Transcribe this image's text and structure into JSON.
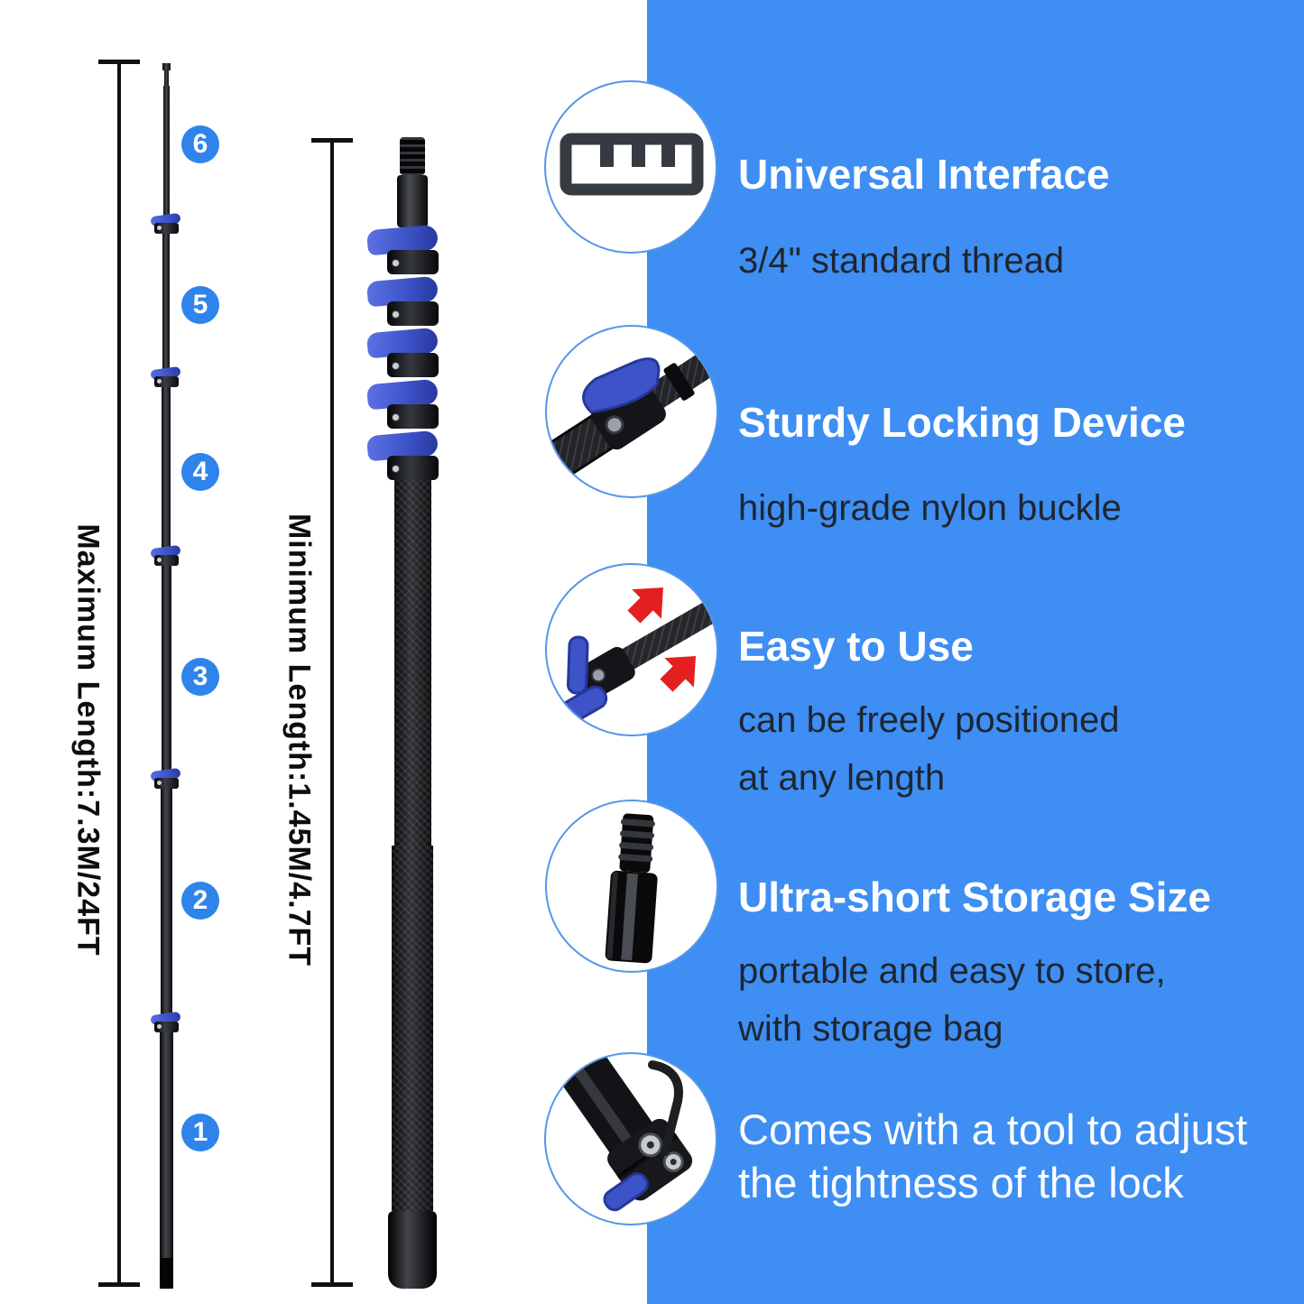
{
  "colors": {
    "panel_blue": "#3E8EF3",
    "badge_blue": "#2E84EA",
    "clamp_blue": "#3D54C8",
    "text_dark": "#1E2631",
    "arrow_red": "#E3201F"
  },
  "measurements": {
    "max_label": "Maximum Length:7.3M/24FT",
    "min_label": "Minimum Length:1.45M/4.7FT"
  },
  "badges": [
    "6",
    "5",
    "4",
    "3",
    "2",
    "1"
  ],
  "features": [
    {
      "icon": "ruler-icon",
      "title_lines": [
        "Universal Interface"
      ],
      "body_lines": [
        "3/4\" standard thread"
      ]
    },
    {
      "icon": "locking-clamp-photo",
      "title_lines": [
        "Sturdy Locking Device"
      ],
      "body_lines": [
        "high-grade nylon buckle"
      ]
    },
    {
      "icon": "open-clamp-arrows-photo",
      "title_lines": [
        "Easy to Use"
      ],
      "body_lines": [
        "can be freely positioned",
        "at any length"
      ]
    },
    {
      "icon": "threaded-adapter-photo",
      "title_lines": [
        "Ultra-short Storage Size"
      ],
      "body_lines": [
        "portable and easy to store,",
        "with storage bag"
      ]
    },
    {
      "icon": "hex-key-tool-photo",
      "title_lines": [
        "Comes with a tool to adjust",
        "the tightness of the lock"
      ],
      "body_lines": []
    }
  ]
}
